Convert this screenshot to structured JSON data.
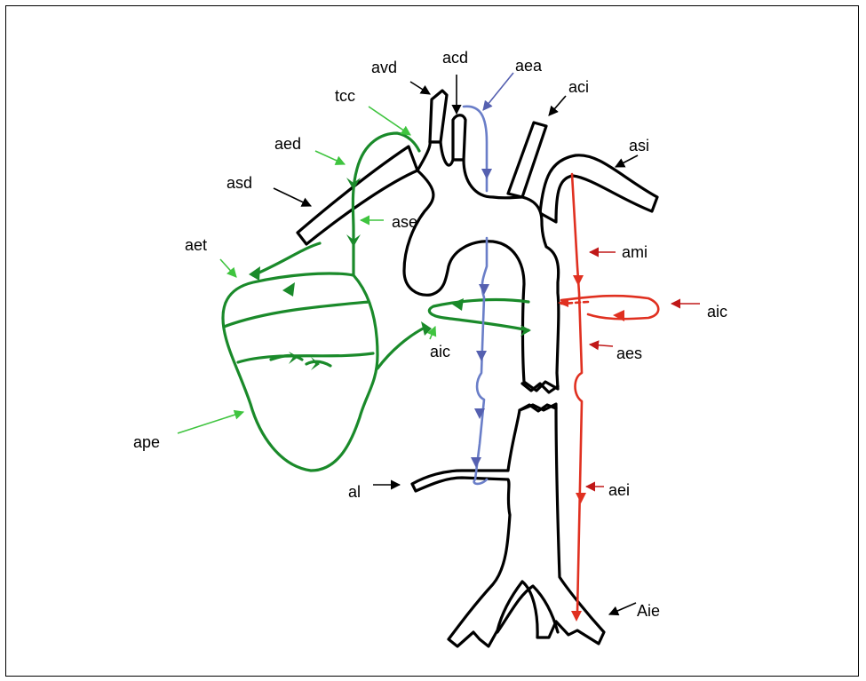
{
  "colors": {
    "outline": "#000000",
    "green_circuit": "#1a8a2a",
    "green_pointer": "#3fc43f",
    "blue_circuit": "#6a7ec8",
    "red_circuit": "#e03020",
    "red_pointer": "#c01818"
  },
  "labels": {
    "avd": "avd",
    "acd": "acd",
    "aea": "aea",
    "aci": "aci",
    "tcc": "tcc",
    "asi": "asi",
    "aed": "aed",
    "asd": "asd",
    "ase": "ase",
    "aet": "aet",
    "ami": "ami",
    "aic_right": "aic",
    "aic_center": "aic",
    "aes": "aes",
    "ape": "ape",
    "al": "al",
    "aei": "aei",
    "aie": "Aie"
  }
}
